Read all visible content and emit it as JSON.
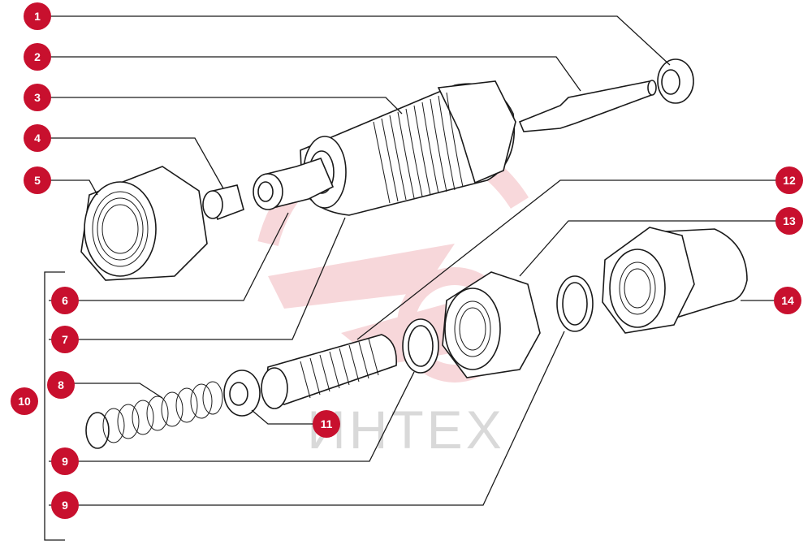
{
  "colors": {
    "badge": "#c8102e",
    "line": "#1a1a1a",
    "watermark": "#f2b8bd",
    "watermark_text": "#d9d9d9"
  },
  "watermark": {
    "text": "ИНТЕХ"
  },
  "callouts": [
    {
      "id": "c1",
      "label": "1"
    },
    {
      "id": "c2",
      "label": "2"
    },
    {
      "id": "c3",
      "label": "3"
    },
    {
      "id": "c4",
      "label": "4"
    },
    {
      "id": "c5",
      "label": "5"
    },
    {
      "id": "c6",
      "label": "6"
    },
    {
      "id": "c7",
      "label": "7"
    },
    {
      "id": "c8",
      "label": "8"
    },
    {
      "id": "c9a",
      "label": "9"
    },
    {
      "id": "c9b",
      "label": "9"
    },
    {
      "id": "c10",
      "label": "10"
    },
    {
      "id": "c11",
      "label": "11"
    },
    {
      "id": "c12",
      "label": "12"
    },
    {
      "id": "c13",
      "label": "13"
    },
    {
      "id": "c14",
      "label": "14"
    }
  ]
}
